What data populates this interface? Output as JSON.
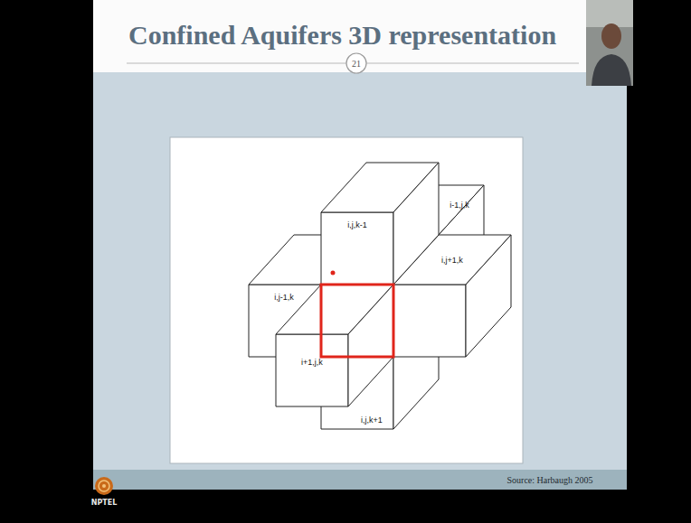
{
  "diagram": {
    "title": "Confined Aquifers 3D representation",
    "labels": [
      "21",
      "i,j,k-1",
      "i-1,j,k",
      "i,j+1,k",
      "i,j-1,k",
      "i+1,j,k",
      "i,j,k+1",
      "Source: Harbaugh 2005",
      "NPTEL"
    ]
  }
}
